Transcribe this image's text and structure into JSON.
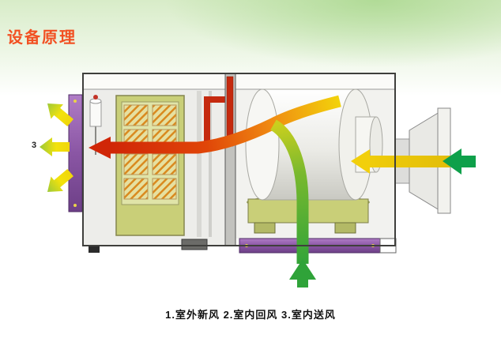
{
  "page": {
    "title": "设备原理",
    "caption": "1.室外新风 2.室内回风 3.室内送风"
  },
  "diagram": {
    "supply_air_label": "3",
    "colors": {
      "title": "#f25022",
      "red": "#d02607",
      "orange": "#f08c12",
      "yellow": "#f2cf0b",
      "green": "#2fa339",
      "arrow_green": "#0ea04a",
      "purple": "#8a56a4",
      "olive": "#c9cf78"
    }
  }
}
